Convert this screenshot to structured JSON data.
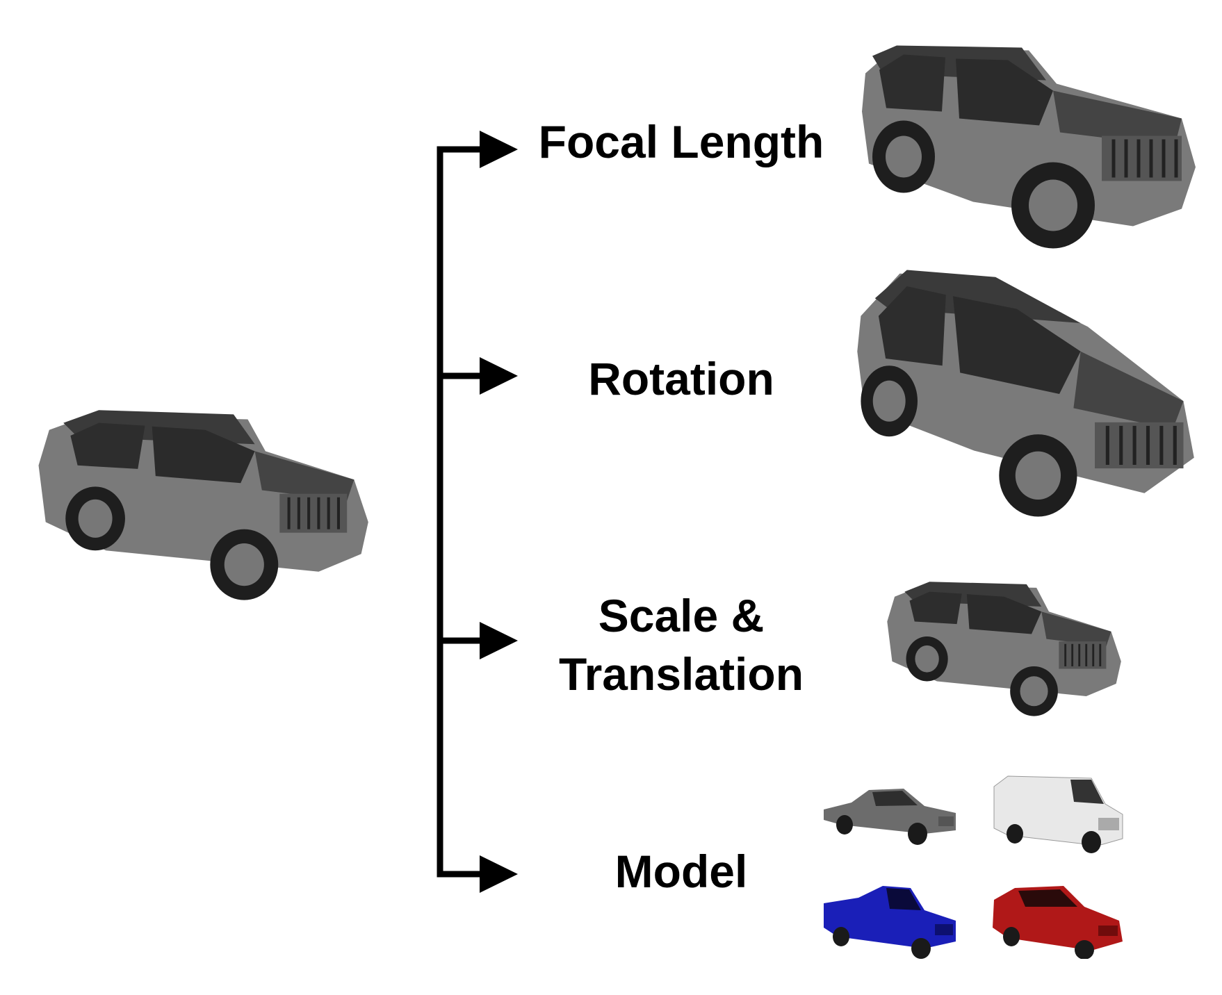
{
  "branches": [
    {
      "id": "focal-length",
      "label": "Focal Length"
    },
    {
      "id": "rotation",
      "label": "Rotation"
    },
    {
      "id": "scale-translation",
      "label_lines": [
        "Scale &",
        "Translation"
      ]
    },
    {
      "id": "model",
      "label": "Model"
    }
  ],
  "model_variants": [
    {
      "id": "classic-coupe",
      "color": "#6c6c6c"
    },
    {
      "id": "delivery-van",
      "color": "#e8e8e8"
    },
    {
      "id": "blue-pickup",
      "color": "#1a1fb8"
    },
    {
      "id": "red-suv",
      "color": "#b01818"
    }
  ],
  "colors": {
    "suv_body": "#7a7a7a",
    "suv_dark": "#3a3a3a",
    "arrow": "#000000"
  }
}
